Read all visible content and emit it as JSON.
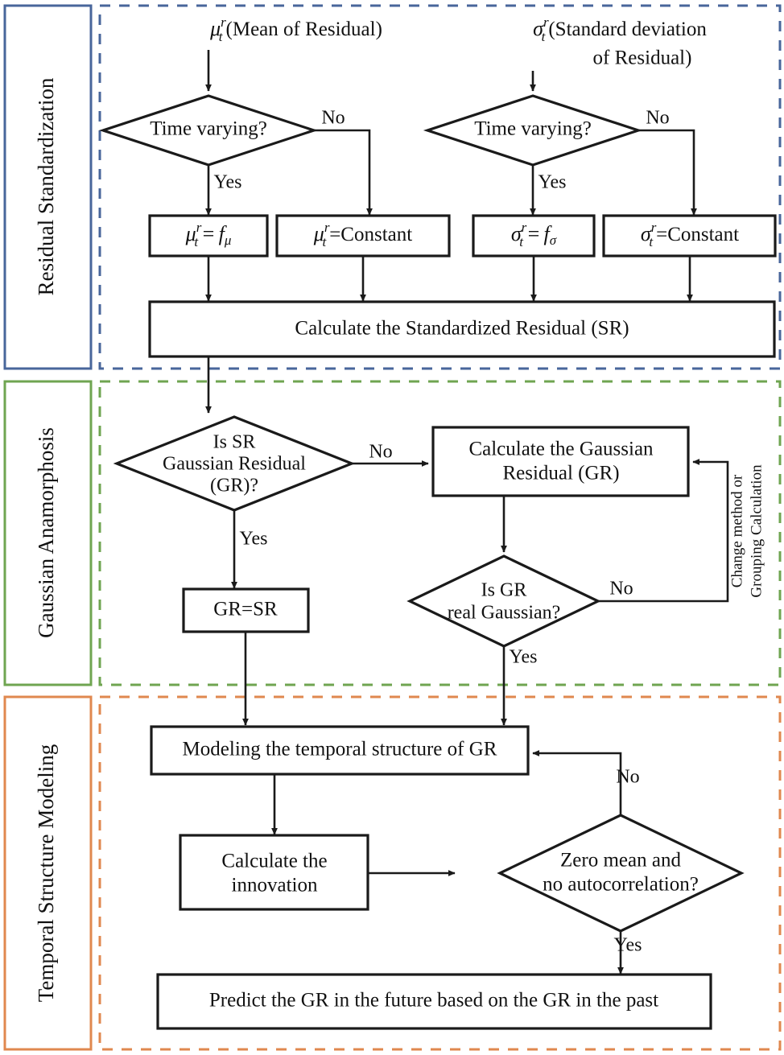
{
  "diagram": {
    "title": "Residual modeling flowchart",
    "colors": {
      "section_1": "#48669B",
      "section_2": "#6FA551",
      "section_3": "#E0884F",
      "stroke": "#1a1a1a",
      "background": "#ffffff"
    }
  },
  "sections": [
    {
      "id": "residual-standardization",
      "label": "Residual Standardization",
      "color": "#48669B"
    },
    {
      "id": "gaussian-anamorphosis",
      "label": "Gaussian Anamorphosis",
      "color": "#6FA551"
    },
    {
      "id": "temporal-structure-modeling",
      "label": "Temporal Structure Modeling",
      "color": "#E0884F"
    }
  ],
  "nodes": {
    "mu_header": "(Mean of Residual)",
    "mu_symbol": "μ",
    "sigma_header_line1": "(Standard deviation",
    "sigma_header_line2": "of Residual)",
    "sigma_symbol": "σ",
    "time_varying_mu": "Time varying?",
    "time_varying_sigma": "Time varying?",
    "mu_fmu": "=",
    "mu_constant": "=Constant",
    "sigma_fsigma": "=",
    "sigma_constant": "=Constant",
    "calc_sr": "Calculate the Standardized Residual (SR)",
    "is_sr_gr_line1": "Is SR",
    "is_sr_gr_line2": "Gaussian Residual",
    "is_sr_gr_line3": "(GR)?",
    "calc_gr_line1": "Calculate the Gaussian",
    "calc_gr_line2": "Residual (GR)",
    "gr_eq_sr": "GR=SR",
    "is_gr_real_line1": "Is GR",
    "is_gr_real_line2": "real Gaussian?",
    "change_method_line1": "Change method or",
    "change_method_line2": "Grouping Calculation",
    "modeling_temporal": "Modeling the temporal structure of GR",
    "calc_innovation_line1": "Calculate the",
    "calc_innovation_line2": "innovation",
    "zero_mean_line1": "Zero mean and",
    "zero_mean_line2": "no autocorrelation?",
    "predict_gr": "Predict the GR in the future based on the GR in the past"
  },
  "edge_labels": {
    "no_mu": "No",
    "yes_mu": "Yes",
    "no_sigma": "No",
    "yes_sigma": "Yes",
    "no_sr_gaussian": "No",
    "yes_sr_gaussian": "Yes",
    "no_gr_real": "No",
    "yes_gr_real": "Yes",
    "no_zero_mean": "No",
    "yes_zero_mean": "Yes"
  }
}
